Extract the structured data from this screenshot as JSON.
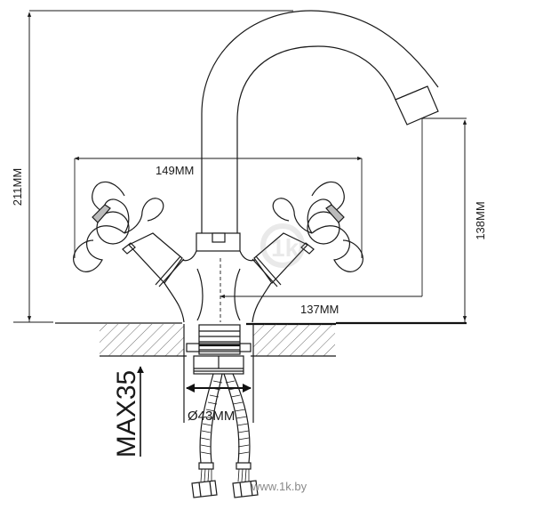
{
  "drawing": {
    "subject": "Two-handle basin faucet (mixer) dimension drawing",
    "dimensions": {
      "total_height": "211MM",
      "handle_span": "149MM",
      "spout_reach": "137MM",
      "spout_outlet_height": "138MM",
      "mount_hole_diameter": "Ø43MM",
      "max_countertop_thickness": "MAX35"
    },
    "watermark": {
      "text": "www.1k.by",
      "logo": "1k"
    },
    "colors": {
      "line": "#1a1a1a",
      "background": "#ffffff",
      "watermark": "#8a8a8a"
    }
  }
}
